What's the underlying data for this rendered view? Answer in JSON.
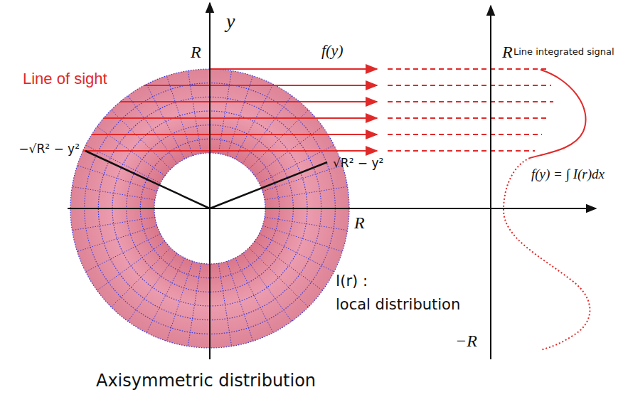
{
  "diagram": {
    "caption": "Axisymmetric distribution",
    "labels": [
      "y",
      "R",
      "f(y)",
      "R",
      "Line integrated signal",
      "Line of sight",
      "−√R² − y²",
      "√R² − y²",
      "f(y) = ∫ I(r)dx",
      "R",
      "I(r) :",
      "local distribution",
      "−R"
    ]
  }
}
